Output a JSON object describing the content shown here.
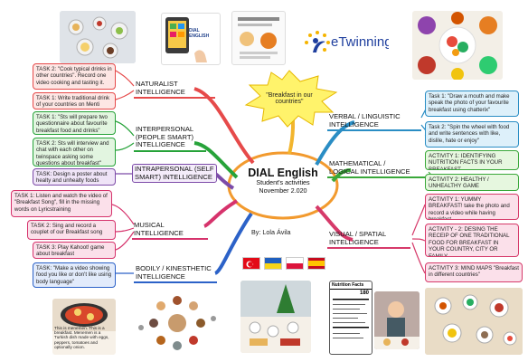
{
  "center": {
    "title": "DIAL English",
    "subtitle": "Student's activities\nNovember 2.020",
    "author": "By: Lola Ávila"
  },
  "callout": "\"Breakfast in our countries\"",
  "logo": {
    "text": "eTwinning"
  },
  "book_covers": {
    "dial_title": "DIAL ENGLISH"
  },
  "photo_caption": "This is menemen. This is a breakfast. Menemen is a Turkish dish made with eggs, peppers, tomatoes and optionally onion.",
  "nutrition_label": {
    "title": "Nutrition Facts",
    "value": "180"
  },
  "branches": {
    "naturalist": {
      "label": "NATURALIST\nINTELLIGENCE",
      "color": "#e64a4a"
    },
    "interpersonal": {
      "label": "INTERPERSONAL\n(PEOPLE SMART)\nINTELLIGENCE",
      "color": "#27a33a"
    },
    "intrapersonal": {
      "label": "INTRAPERSONAL (SELF\nSMART) INTELLIGENCE",
      "color": "#7c4ba8"
    },
    "musical": {
      "label": "MUSICAL INTELLIGENCE",
      "color": "#d6336c"
    },
    "bodily": {
      "label": "BODILY / KINESTHETIC\nINTELLIGENCE",
      "color": "#2c62c8"
    },
    "verbal": {
      "label": "VERBAL / LINGUISTIC\nINTELLIGENCE",
      "color": "#2a8dc4"
    },
    "mathematical": {
      "label": "MATHEMATICAL /\nLOGICAL INTELLIGENCE",
      "color": "#3aa83a"
    },
    "visual": {
      "label": "VISUAL / SPATIAL\nINTELLIGENCE",
      "color": "#d63a6a"
    }
  },
  "tasks": {
    "nat1": "TASK 2: \"Cook typical drinks in other countries\". Record one video cooking and tasting it.",
    "nat2": "TASK 1: Write traditional drink of your countries on Menti",
    "int1": "TASK 1: \"Sts will prepare two questionnaire about favourite breakfast food and drinks\"",
    "int2": "TASK 2: Sts will interview and chat with each other on twinspace asking some questions about breakfast\"",
    "intra1": "TASK: Design a poster about healty and unhealty foods",
    "mus1": "TASK 1: Listen and watch the video of \"Breakfast Song\", fill in the missing words on Lyricstraining",
    "mus2": "TASK 2: Sing and record a couplet of our Breakfast song",
    "mus3": "TASK 3: Play Kahoot! game about breakfast",
    "bod1": "TASK: \"Make a video showing food you like or don't like using body language\"",
    "ver1": "Task 1: \"Draw a mouth and make speak the photo of your favourite breakfast using chatterix\"",
    "ver2": "Task 2: \"Spin the wheel with food and write sentences with like, dislile, hate or enjoy\"",
    "math1": "ACTIVITY 1: IDENTIFYING NUTRITION FACTS IN YOUR BREAKFAST",
    "math2": "ACTIVITY 2: HEALTHY / UNHEALTHY GAME",
    "vis1": "ACTIVITY 1: YUMMY BREAKFAST! take the photo and record a video while having breakfast",
    "vis2": "ACTIVITY - 2: DESING THE RECEIP OF ONE TRADITIONAL FOOD FOR BREAKFAST IN YOUR COUNTRY, CITY OR FAMILY",
    "vis3": "ACTIVITY 3: MIND MAPS \"Breakfast in different countries\""
  },
  "task_colors": {
    "red_border": "#e64a4a",
    "red_fill": "#fde6e4",
    "green_border": "#27a33a",
    "green_fill": "#e2f5e0",
    "purple_border": "#7c4ba8",
    "purple_fill": "#efe4f7",
    "pink_border": "#d6336c",
    "pink_fill": "#fbe0ea",
    "blue_border": "#2c62c8",
    "blue_fill": "#e2ebfb",
    "cyan_border": "#2a8dc4",
    "cyan_fill": "#ddf0fa",
    "lime_border": "#3aa83a",
    "lime_fill": "#e6f7df"
  }
}
